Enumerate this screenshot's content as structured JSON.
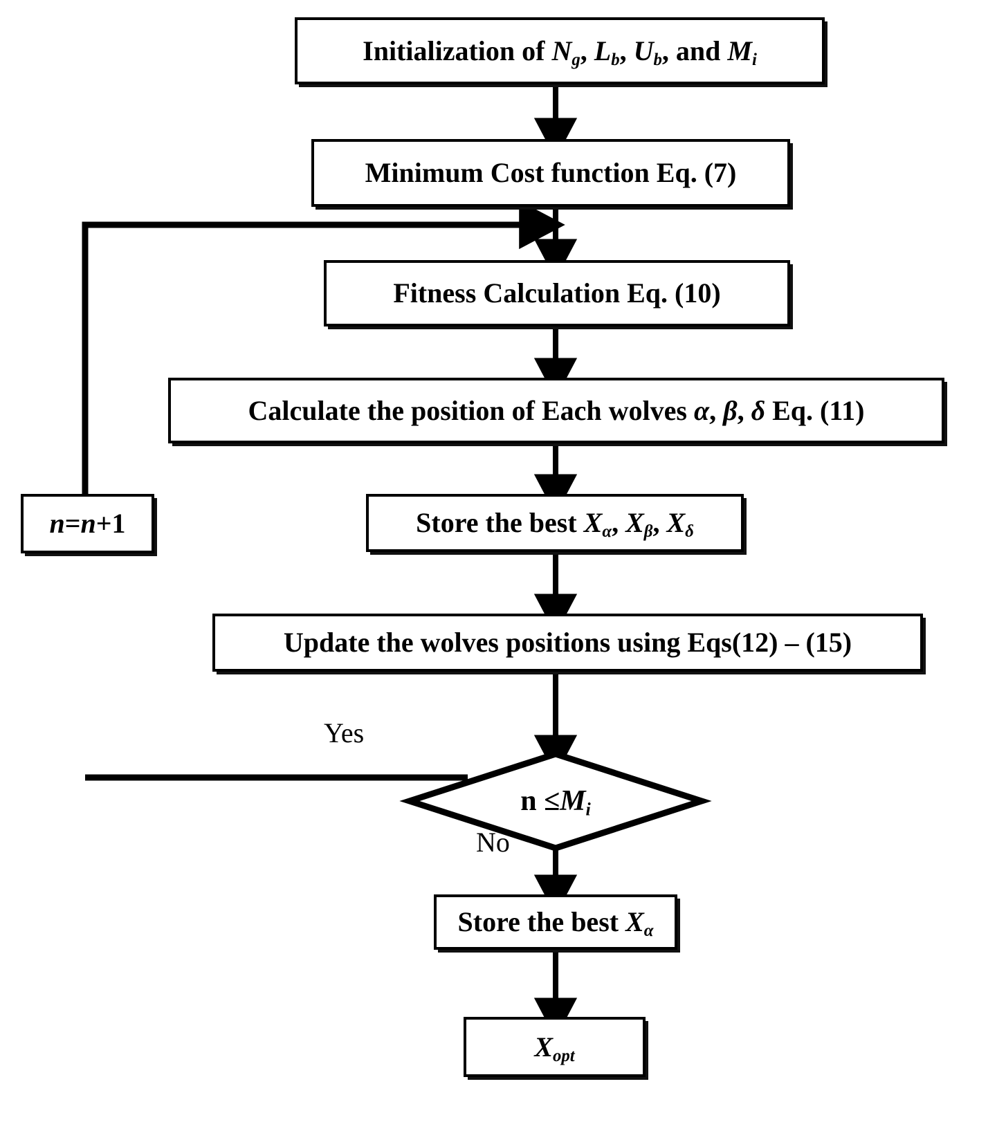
{
  "diagram": {
    "type": "flowchart",
    "title": "Grey Wolf Optimizer (GWO) algorithm flowchart",
    "background_color": "#ffffff",
    "line_color": "#000000",
    "nodes": [
      {
        "id": "init",
        "shape": "rectangle",
        "label": "Initialization of Ng, Lb, Ub, and Mi",
        "label_html": "Initialization of <i>N</i><sub>g</sub>, <i>L</i><sub>b</sub>, <i>U</i><sub>b</sub>, and <i>M</i><sub>i</sub>"
      },
      {
        "id": "mincost",
        "shape": "rectangle",
        "label": "Minimum Cost function Eq. (7)",
        "label_html": "Minimum Cost function Eq. (7)"
      },
      {
        "id": "fitness",
        "shape": "rectangle",
        "label": "Fitness Calculation Eq. (10)",
        "label_html": "Fitness Calculation Eq. (10)"
      },
      {
        "id": "position",
        "shape": "rectangle",
        "label": "Calculate the position of Each wolves α, β, δ Eq. (11)",
        "label_html": "Calculate the position of Each wolves <i>α</i>, <i>β</i>, <i>δ</i> Eq. (11)"
      },
      {
        "id": "storebest3",
        "shape": "rectangle",
        "label": "Store the best Xα, Xβ, Xδ",
        "label_html": "Store the best <i>X</i><sub>α</sub>, <i>X</i><sub>β</sub>, <i>X</i><sub>δ</sub>"
      },
      {
        "id": "update",
        "shape": "rectangle",
        "label": "Update the wolves positions using Eqs(12) – (15)",
        "label_html": "Update the wolves positions using Eqs(12) – (15)"
      },
      {
        "id": "decision",
        "shape": "diamond",
        "label": "n ≤Mi",
        "label_html": "n ≤<i>M</i><sub>i</sub>"
      },
      {
        "id": "increment",
        "shape": "rectangle",
        "label": "n=n+1",
        "label_html": "<i>n</i>=<i>n</i>+1"
      },
      {
        "id": "storebest1",
        "shape": "rectangle",
        "label": "Store the best Xα",
        "label_html": "Store the best <i>X</i><sub>α</sub>"
      },
      {
        "id": "output",
        "shape": "rectangle",
        "label": "Xopt",
        "label_html": "<i>X</i><sub>opt</sub>"
      }
    ],
    "edge_labels": [
      {
        "id": "yes",
        "text": "Yes"
      },
      {
        "id": "no",
        "text": "No"
      }
    ],
    "edges": [
      {
        "from": "init",
        "to": "mincost",
        "label": ""
      },
      {
        "from": "mincost",
        "to": "fitness",
        "label": ""
      },
      {
        "from": "fitness",
        "to": "position",
        "label": ""
      },
      {
        "from": "position",
        "to": "storebest3",
        "label": ""
      },
      {
        "from": "storebest3",
        "to": "update",
        "label": ""
      },
      {
        "from": "update",
        "to": "decision",
        "label": ""
      },
      {
        "from": "decision",
        "to": "increment",
        "label": "Yes"
      },
      {
        "from": "increment",
        "to": "fitness",
        "label": ""
      },
      {
        "from": "decision",
        "to": "storebest1",
        "label": "No"
      },
      {
        "from": "storebest1",
        "to": "output",
        "label": ""
      }
    ]
  }
}
